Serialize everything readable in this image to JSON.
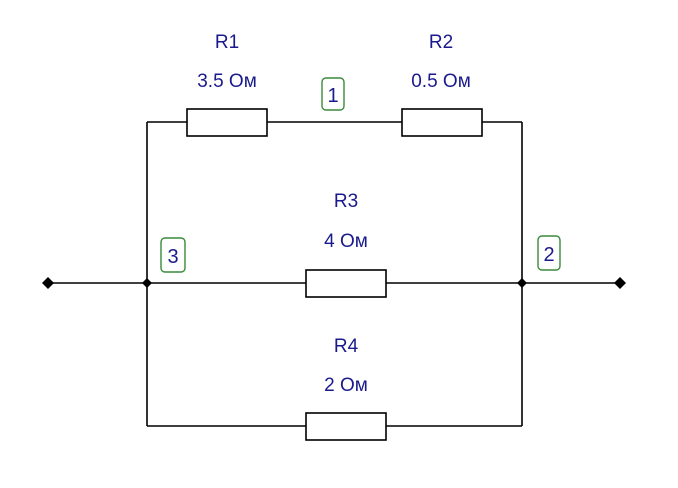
{
  "resistors": [
    {
      "id": "r1",
      "name": "R1",
      "value": "3.5 Ом"
    },
    {
      "id": "r2",
      "name": "R2",
      "value": "0.5 Ом"
    },
    {
      "id": "r3",
      "name": "R3",
      "value": "4 Ом"
    },
    {
      "id": "r4",
      "name": "R4",
      "value": "2 Ом"
    }
  ],
  "nodes": [
    {
      "id": "n1",
      "label": "1"
    },
    {
      "id": "n2",
      "label": "2"
    },
    {
      "id": "n3",
      "label": "3"
    }
  ],
  "colors": {
    "wire": "#000000",
    "label_text": "#1a1a8c",
    "node_box_border": "#3a8a3a"
  }
}
